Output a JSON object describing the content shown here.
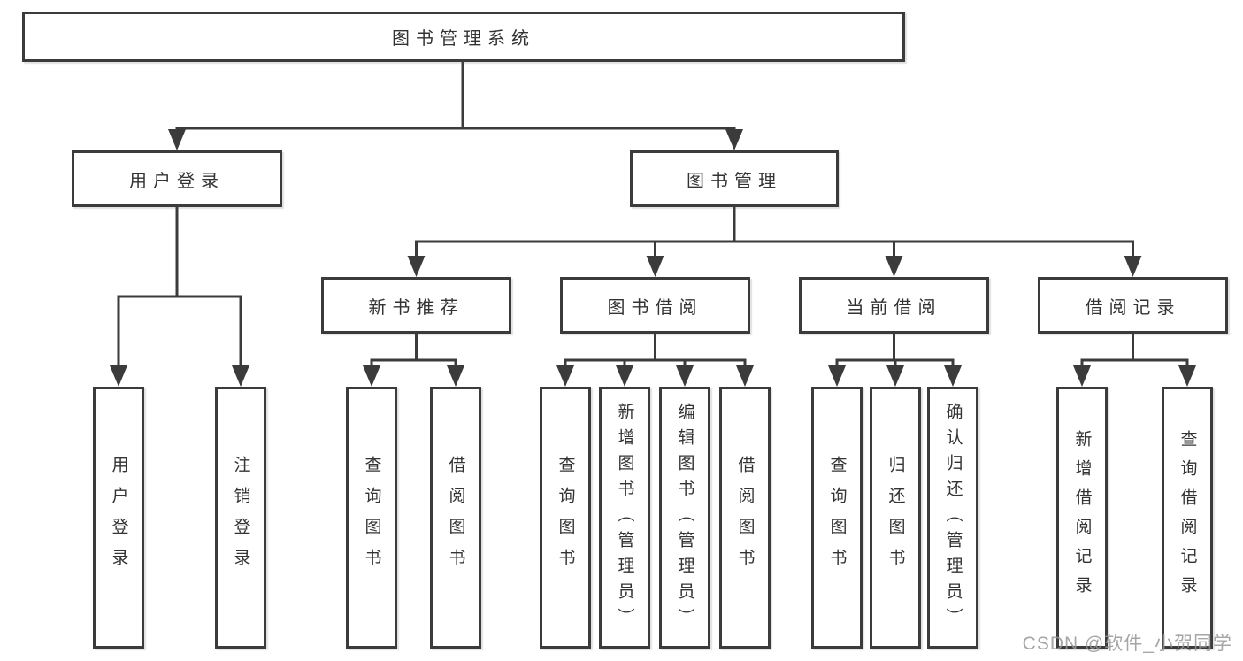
{
  "colors": {
    "background": "#ffffff",
    "line": "#3b3b3b",
    "box_border": "#3b3b3b",
    "text": "#333333",
    "watermark": "#969696"
  },
  "tree": {
    "label": "图书管理系统",
    "children": [
      {
        "label": "用户登录",
        "children": [
          {
            "label": "用户登录"
          },
          {
            "label": "注销登录"
          }
        ]
      },
      {
        "label": "图书管理",
        "children": [
          {
            "label": "新书推荐",
            "children": [
              {
                "label": "查询图书"
              },
              {
                "label": "借阅图书"
              }
            ]
          },
          {
            "label": "图书借阅",
            "children": [
              {
                "label": "查询图书"
              },
              {
                "label": "新增图书（管理员）"
              },
              {
                "label": "编辑图书（管理员）"
              },
              {
                "label": "借阅图书"
              }
            ]
          },
          {
            "label": "当前借阅",
            "children": [
              {
                "label": "查询图书"
              },
              {
                "label": "归还图书"
              },
              {
                "label": "确认归还（管理员）"
              }
            ]
          },
          {
            "label": "借阅记录",
            "children": [
              {
                "label": "新增借阅记录"
              },
              {
                "label": "查询借阅记录"
              }
            ]
          }
        ]
      }
    ]
  },
  "watermark": {
    "text": "CSDN @软件_小贺同学"
  }
}
